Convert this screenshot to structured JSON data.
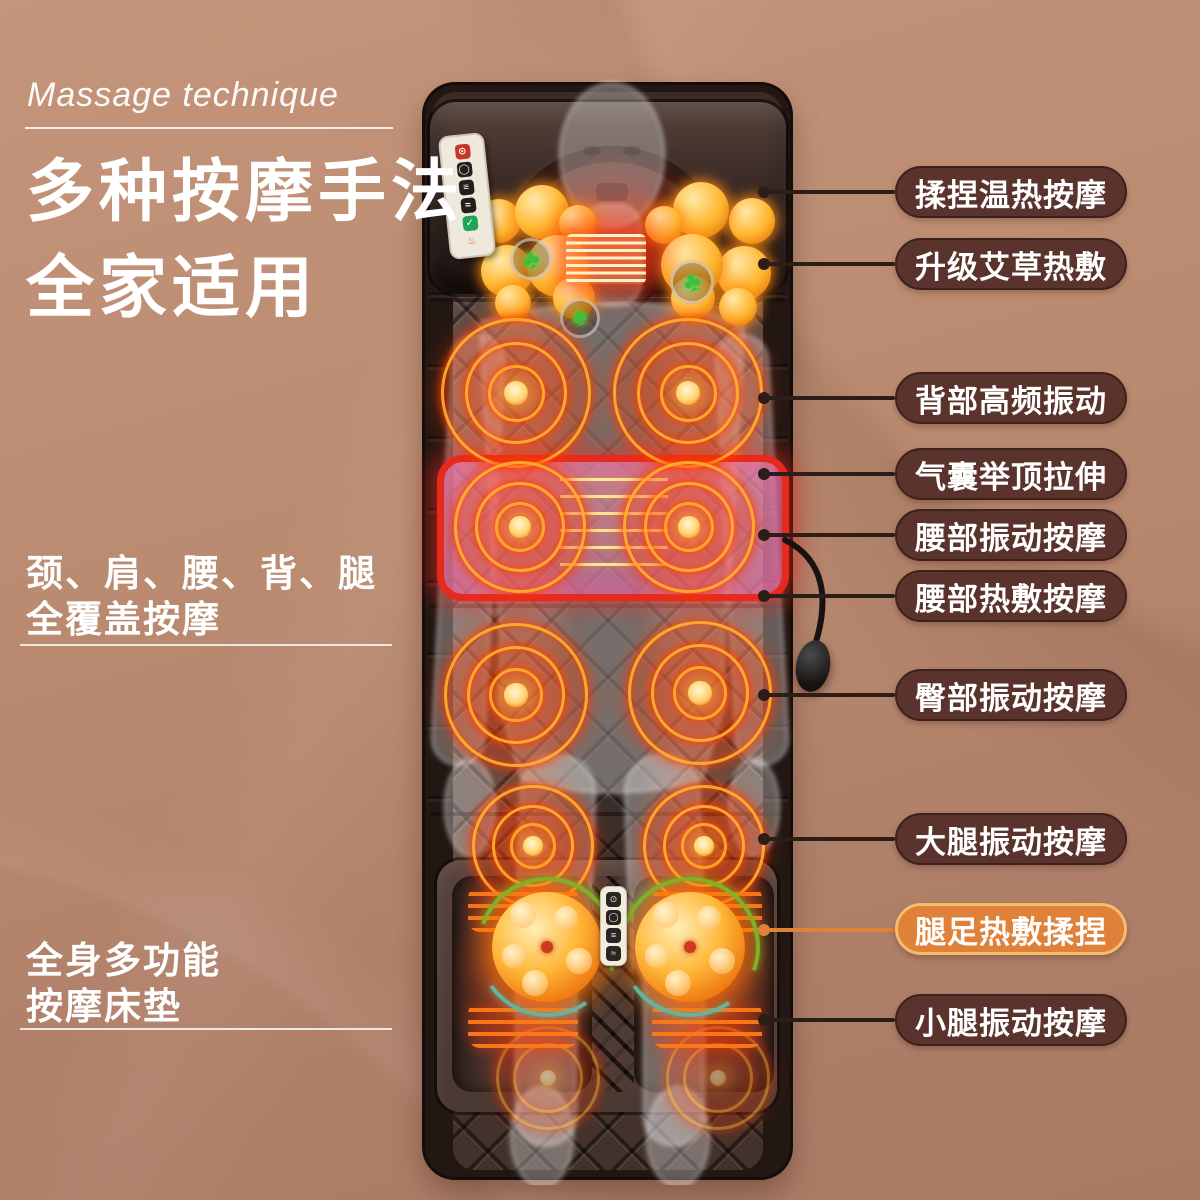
{
  "header": {
    "eyebrow": "Massage technique",
    "title_line1": "多种按摩手法",
    "title_line2": "全家适用"
  },
  "side_notes": {
    "coverage_line1": "颈、肩、腰、背、腿",
    "coverage_line2": "全覆盖按摩",
    "product_line1": "全身多功能",
    "product_line2": "按摩床垫"
  },
  "callouts": [
    {
      "label": "揉捏温热按摩",
      "highlighted": false
    },
    {
      "label": "升级艾草热敷",
      "highlighted": false
    },
    {
      "label": "背部高频振动",
      "highlighted": false
    },
    {
      "label": "气囊举顶拉伸",
      "highlighted": false
    },
    {
      "label": "腰部振动按摩",
      "highlighted": false
    },
    {
      "label": "腰部热敷按摩",
      "highlighted": false
    },
    {
      "label": "臀部振动按摩",
      "highlighted": false
    },
    {
      "label": "大腿振动按摩",
      "highlighted": false
    },
    {
      "label": "腿足热敷揉捏",
      "highlighted": true
    },
    {
      "label": "小腿振动按摩",
      "highlighted": false
    }
  ],
  "icons": {
    "power": "⊙",
    "mode": "◯",
    "intensity": "≡",
    "wave": "≈",
    "ok": "✓",
    "heat": "♨",
    "herb": "♣"
  },
  "colors": {
    "background_top": "#c4957a",
    "background_bottom": "#a87a64",
    "callout_bg": "#59332c",
    "callout_border": "#3d211b",
    "callout_highlight_bg": "#e0813a",
    "callout_highlight_border": "#f6bc6d",
    "leader_line": "#2b1d18",
    "stretch_band_red": "#e62a1e",
    "glow_orange": "#ff7a1e",
    "herb_green": "#3fbf3f",
    "text_white": "#ffffff"
  }
}
